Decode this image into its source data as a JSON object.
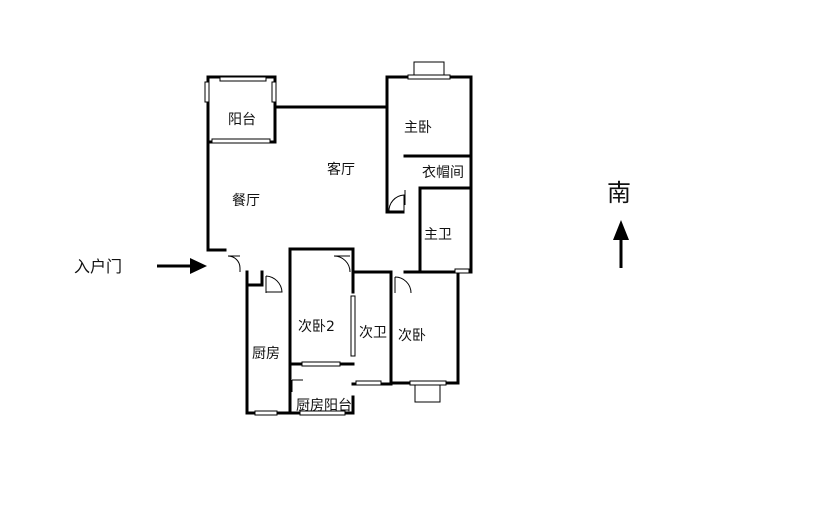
{
  "rooms": {
    "balcony": "阳台",
    "master_bedroom": "主卧",
    "living_room": "客厅",
    "cloakroom": "衣帽间",
    "dining_room": "餐厅",
    "master_bath": "主卫",
    "second_bedroom_2": "次卧2",
    "second_bath": "次卫",
    "second_bedroom": "次卧",
    "kitchen": "厨房",
    "kitchen_balcony": "厨房阳台"
  },
  "entrance": {
    "label": "入户门"
  },
  "compass": {
    "label": "南"
  },
  "colors": {
    "wall": "#000000",
    "background": "#ffffff"
  }
}
